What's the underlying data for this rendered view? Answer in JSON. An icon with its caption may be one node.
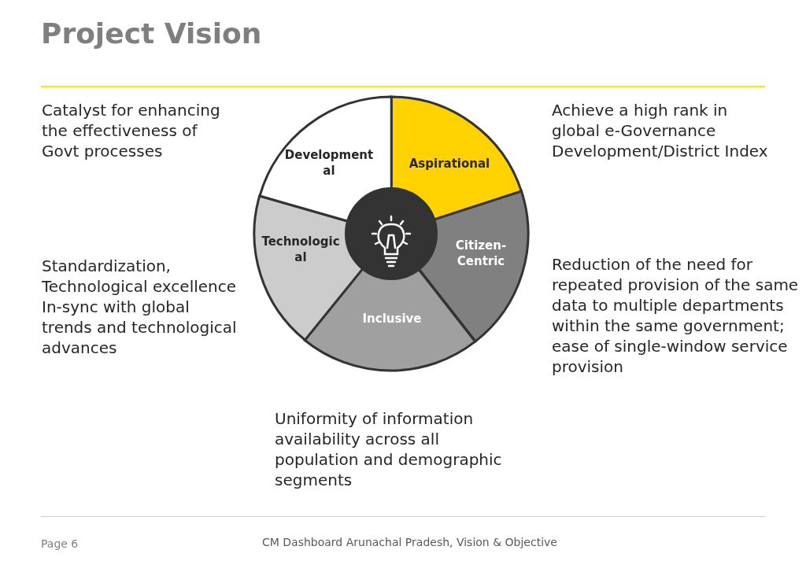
{
  "diagram": {
    "title": "Project Vision",
    "nodes": [
      {
        "text": [
          "Aspirational"
        ]
      },
      {
        "text": [
          "Citizen-Centric"
        ]
      },
      {
        "text": [
          "Inclusive"
        ]
      },
      {
        "text": [
          "Technologic al"
        ]
      },
      {
        "text": [
          "Development al"
        ]
      }
    ],
    "edges": [],
    "labels": [
      "Catalyst for enhancing the effectiveness of Govt processes",
      "Achieve a high rank in global e-Governance Development/District Index",
      "Standardization, Technological excellence In-sync with global trends and technological advances",
      "Reduction of the need for repeated provision of the same data to multiple departments within the same government; ease of single-window service provision",
      "Uniformity of information availability across all population and demographic segments",
      "Page 6",
      "CM Dashboard Arunachal Pradesh, Vision & Objective"
    ]
  }
}
